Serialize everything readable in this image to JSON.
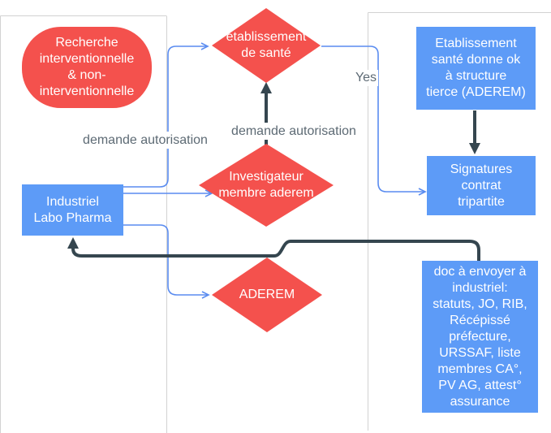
{
  "diagram": {
    "colors": {
      "node_red": "#f4514d",
      "node_blue": "#5d9bf7",
      "arrow_dark": "#35464f",
      "arrow_blue": "#5a8cf0",
      "lane_border": "#d2d2d2",
      "edge_label_text": "#5d6a74",
      "node_text": "#ffffff"
    },
    "nodes": {
      "research": {
        "label": "Recherche\ninterventionnelle\n& non-\ninterventionnelle"
      },
      "etablissement_sante": {
        "label": "établissement\nde santé"
      },
      "investigateur": {
        "label": "Investigateur\nmembre aderem"
      },
      "aderem": {
        "label": "ADEREM"
      },
      "industriel": {
        "label": "Industriel\nLabo Pharma"
      },
      "etablissement_ok": {
        "label": "Etablissement\nsanté donne ok\nà structure\ntierce (ADEREM)"
      },
      "signatures": {
        "label": "Signatures\ncontrat\ntripartite"
      },
      "documents": {
        "label": "doc à envoyer à\nindustriel:\nstatuts, JO, RIB,\nRécépissé\npréfecture,\nURSSAF, liste\nmembres CA°,\nPV AG, attest°\nassurance"
      }
    },
    "edge_labels": {
      "demande_autorisation_1": "demande autorisation",
      "demande_autorisation_2": "demande autorisation",
      "yes": "Yes"
    }
  }
}
